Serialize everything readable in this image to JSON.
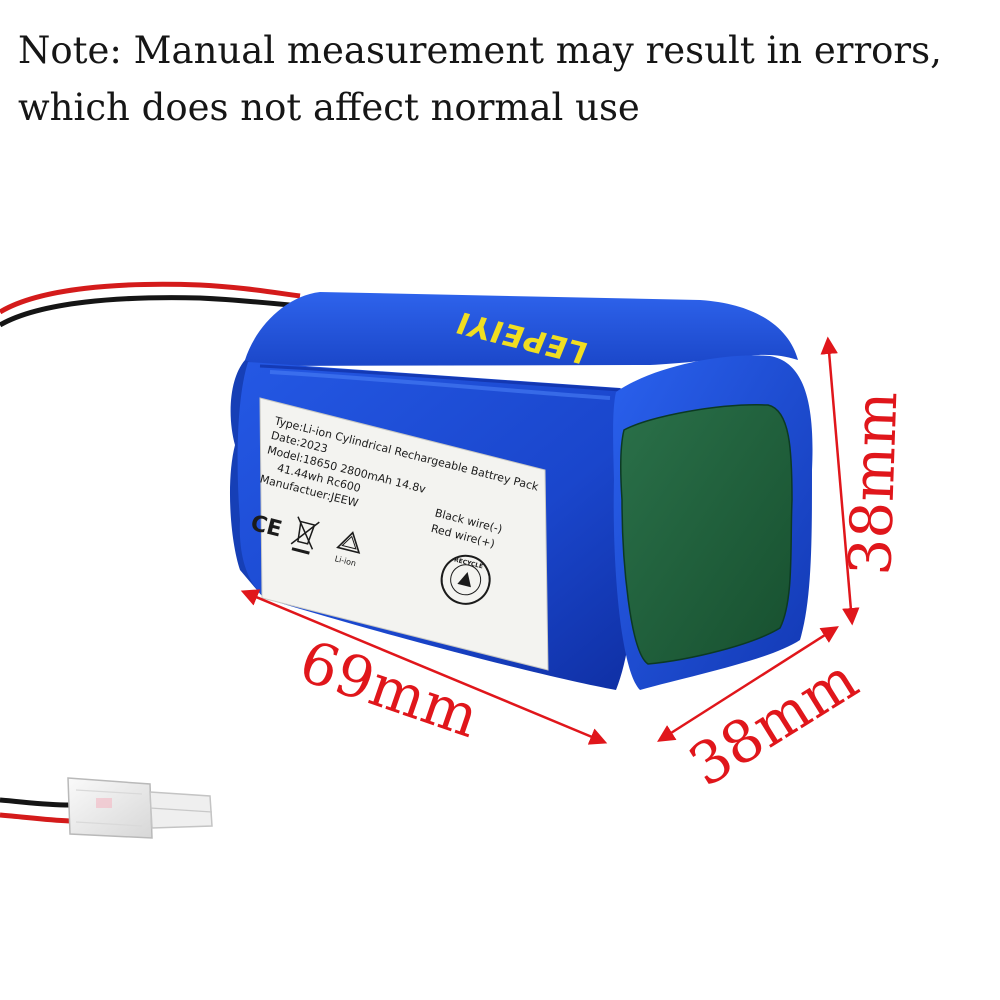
{
  "note": {
    "line1": "Note: Manual measurement may result in errors,",
    "line2": "which does not affect normal use"
  },
  "product": {
    "brand": "LEPEIYI",
    "label": {
      "type": "Type:Li-ion Cylindrical Rechargeable Battrey Pack",
      "date": "Date:2023",
      "model": "Model:18650 2800mAh 14.8v",
      "energy": "41.44wh  Rc600",
      "manufacturer": "Manufactuer:JEEW",
      "black_wire": "Black wire(-)",
      "red_wire": "Red wire(+)",
      "ce_mark": "CE",
      "li_ion_mark": "Li-ion",
      "recycle_seal": "RECYCLE"
    },
    "colors": {
      "casing": "#1e4fd8",
      "casing_dark": "#0f2fa3",
      "end_pad": "#1f5e3a",
      "label_bg": "#f3f3f0",
      "wire_red": "#d41b1b",
      "wire_black": "#151515",
      "dimension": "#e0161b",
      "brand_text": "#f0de21"
    }
  },
  "dimensions": {
    "length": "69mm",
    "width": "38mm",
    "height": "38mm"
  }
}
